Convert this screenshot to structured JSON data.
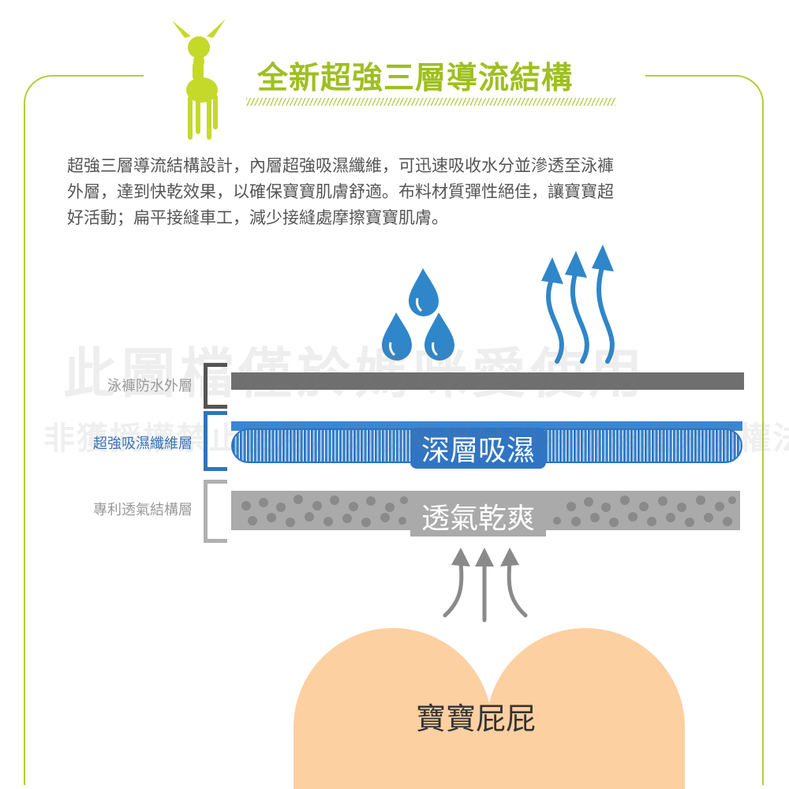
{
  "header": {
    "title": "全新超強三層導流結構"
  },
  "description": {
    "lines": [
      "超強三層導流結構設計，內層超強吸濕纖維，可迅速吸收水分並滲透至泳褲",
      "外層，達到快乾效果，以確保寶寶肌膚舒適。布料材質彈性絕佳，讓寶寶超",
      "好活動；扁平接縫車工，減少接縫處摩擦寶寶肌膚。"
    ]
  },
  "watermark": {
    "line1": "此圖檔僅於媽咪愛使用",
    "line2": "非獲授權禁止使用，即使經部分引用依法追究侵權法律責任"
  },
  "layers": [
    {
      "label": "泳褲防水外層",
      "color": "#6f6f6f"
    },
    {
      "label": "超強吸濕纖維層",
      "color": "#2f75c4",
      "caption": "深層吸濕"
    },
    {
      "label": "專利透氣結構層",
      "color": "#aaaaaa",
      "caption": "透氣乾爽"
    }
  ],
  "bottom": {
    "label": "寶寶屁屁",
    "color": "#fdd0a2"
  },
  "colors": {
    "accent": "#9fbf1f",
    "frame": "#b8cc3a",
    "water": "#2f86c9"
  },
  "icons": [
    "deer-logo-icon",
    "water-drop-icon",
    "steam-arrow-icon",
    "air-arrow-icon"
  ]
}
